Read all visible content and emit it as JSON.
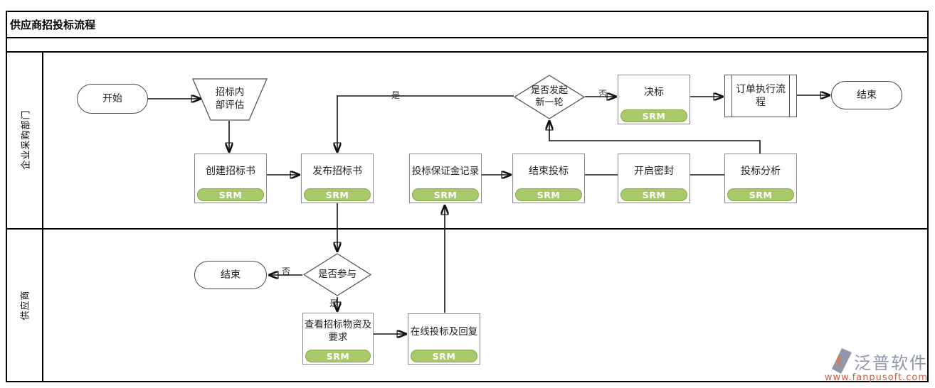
{
  "title": "供应商招投标流程",
  "lanes": {
    "purchasing": "企业采购部门",
    "supplier": "供应商"
  },
  "nodes": {
    "start": {
      "label": "开始"
    },
    "internal_eval": {
      "label": "招标内\n部评估"
    },
    "create_tender": {
      "label": "创建招标书",
      "tag": "SRM"
    },
    "publish_tender": {
      "label": "发布招标书",
      "tag": "SRM"
    },
    "bid_bond_record": {
      "label": "投标保证金记录",
      "tag": "SRM"
    },
    "end_bidding": {
      "label": "结束投标",
      "tag": "SRM"
    },
    "open_seal": {
      "label": "开启密封",
      "tag": "SRM"
    },
    "bid_analysis": {
      "label": "投标分析",
      "tag": "SRM"
    },
    "new_round_decision": {
      "label": "是否发起\n新一轮"
    },
    "award": {
      "label": "决标",
      "tag": "SRM"
    },
    "order_execution": {
      "label": "订单执行流\n程"
    },
    "end_main": {
      "label": "结束"
    },
    "participate_decision": {
      "label": "是否参与"
    },
    "end_supplier": {
      "label": "结束"
    },
    "view_tender_materials": {
      "label": "查看招标物资及\n要求",
      "tag": "SRM"
    },
    "online_bid_reply": {
      "label": "在线投标及回复",
      "tag": "SRM"
    }
  },
  "edge_labels": {
    "new_round_yes": "是",
    "new_round_no": "否",
    "participate_no": "否",
    "participate_yes": "是"
  },
  "watermark": {
    "brand": "泛普软件",
    "url": "www.fanpusoft.com"
  },
  "colors": {
    "tag_fill": "#a8c96a",
    "tag_border": "#85a94c",
    "tag_text": "#ffffff",
    "line": "#111111",
    "box_border": "#8c8c8c",
    "watermark_brand": "#9097a8",
    "watermark_url": "#cb5a49"
  }
}
